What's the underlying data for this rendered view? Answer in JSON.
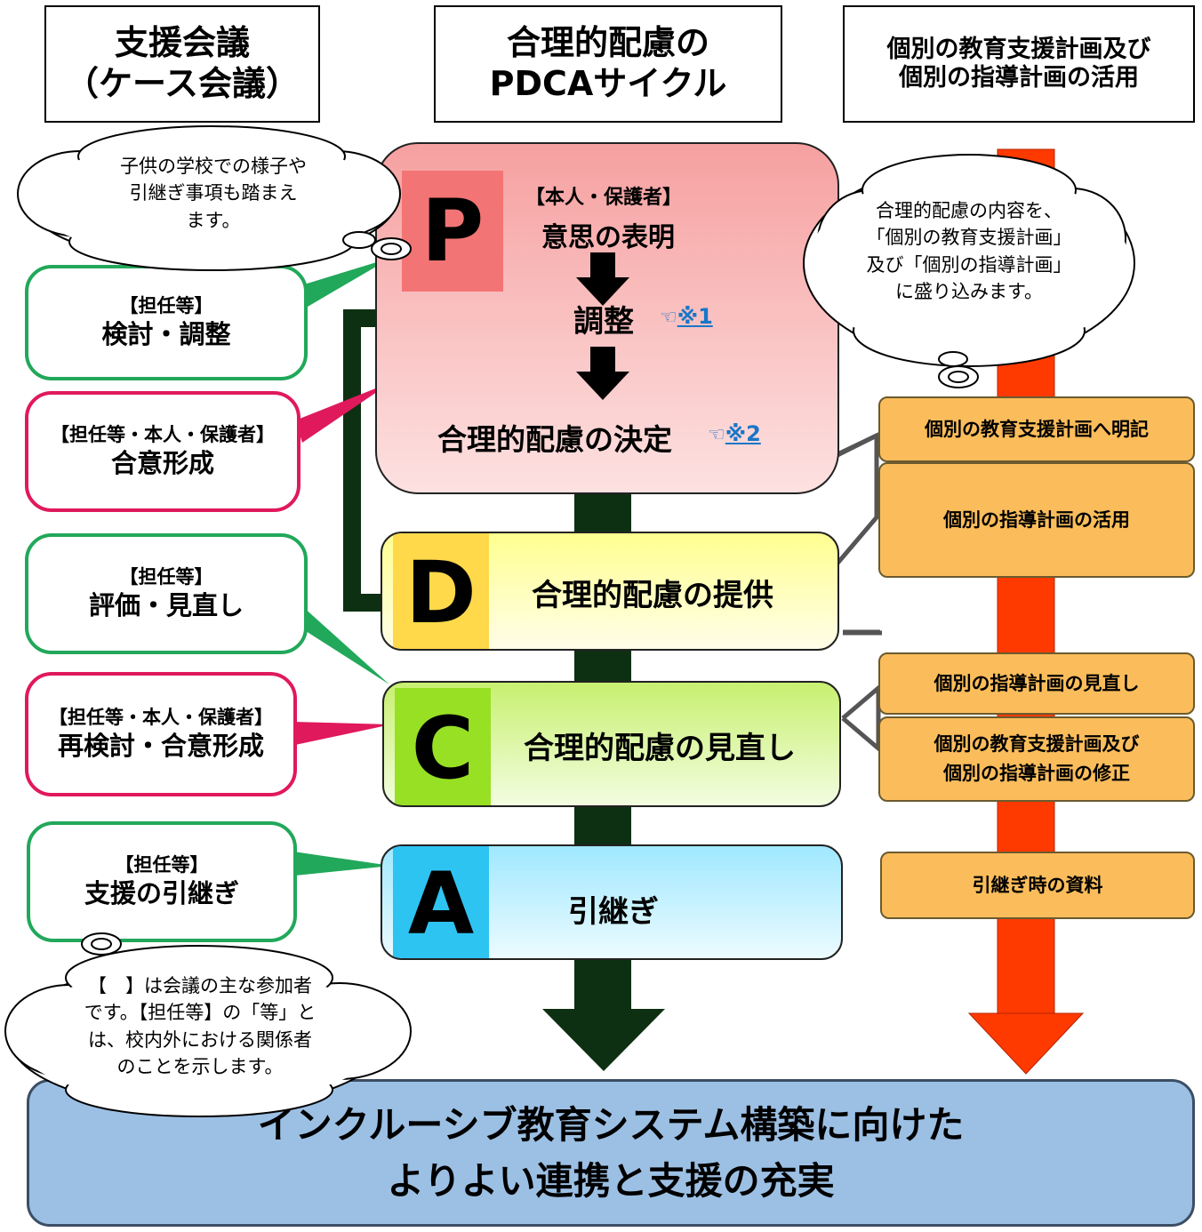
{
  "headers": {
    "meeting": [
      "支援会議",
      "（ケース会議）"
    ],
    "pdca": [
      "合理的配慮の",
      "PDCAサイクル"
    ],
    "plans": [
      "個別の教育支援計画及び",
      "個別の指導計画の活用"
    ]
  },
  "clouds": {
    "top_left": [
      "子供の学校での様子や",
      "引継ぎ事項も踏まえ",
      "ます。"
    ],
    "top_right": [
      "合理的配慮の内容を、",
      "「個別の教育支援計画」",
      "及び「個別の指導計画」",
      "に盛り込みます。"
    ],
    "bottom_left": [
      "【　】は会議の主な参加者",
      "です。【担任等】の「等」と",
      "は、校内外における関係者",
      "のことを示します。"
    ]
  },
  "bubbles": [
    {
      "tag": "【担任等】",
      "main": "検討・調整"
    },
    {
      "tag": "【担任等・本人・保護者】",
      "main": "合意形成"
    },
    {
      "tag": "【担任等】",
      "main": "評価・見直し"
    },
    {
      "tag": "【担任等・本人・保護者】",
      "main": "再検討・合意形成"
    },
    {
      "tag": "【担任等】",
      "main": "支援の引継ぎ"
    }
  ],
  "steps": {
    "p": {
      "letter": "P",
      "tag": "【本人・保護者】",
      "line1": "意思の表明",
      "line2": "調整",
      "ref1": "※1",
      "line3": "合理的配慮の決定",
      "ref2": "※2"
    },
    "d": {
      "letter": "D",
      "text": "合理的配慮の提供"
    },
    "c": {
      "letter": "C",
      "text": "合理的配慮の見直し"
    },
    "a": {
      "letter": "A",
      "text": "引継ぎ"
    }
  },
  "orange_boxes": {
    "o1": "個別の教育支援計画へ明記",
    "o2": "個別の指導計画の活用",
    "o3": "個別の指導計画の見直し",
    "o4": [
      "個別の教育支援計画及び",
      "個別の指導計画の修正"
    ],
    "o5": "引継ぎ時の資料"
  },
  "footer": [
    "インクルーシブ教育システム構築に向けた",
    "よりよい連携と支援の充実"
  ],
  "icons": {
    "hand": "pointing-hand-icon"
  },
  "colors": {
    "green_arrow": "#0e3012",
    "red_arrow": "#ff3a00",
    "p_box": "#f7a4a4",
    "d_box": "#ffffa8",
    "c_box": "#ccf47a",
    "a_box": "#a8ecff",
    "orange": "#fbbd5b",
    "footer": "#9cc0e4"
  }
}
